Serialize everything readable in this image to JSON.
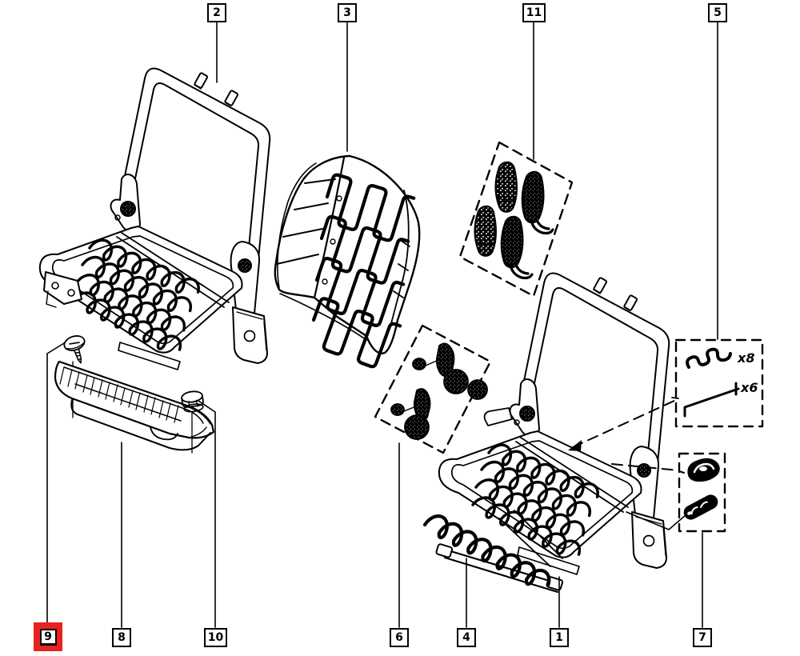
{
  "diagram": {
    "background_color": "#ffffff",
    "line_color": "#000000",
    "highlight_color": "#e8231f"
  },
  "callouts": [
    {
      "number": "2",
      "highlighted": false
    },
    {
      "number": "3",
      "highlighted": false
    },
    {
      "number": "11",
      "highlighted": false
    },
    {
      "number": "5",
      "highlighted": false
    },
    {
      "number": "9",
      "highlighted": true
    },
    {
      "number": "8",
      "highlighted": false
    },
    {
      "number": "10",
      "highlighted": false
    },
    {
      "number": "6",
      "highlighted": false
    },
    {
      "number": "4",
      "highlighted": false
    },
    {
      "number": "1",
      "highlighted": false
    },
    {
      "number": "7",
      "highlighted": false
    }
  ],
  "quantity_labels": {
    "clip": "x8",
    "rod": "x6"
  }
}
